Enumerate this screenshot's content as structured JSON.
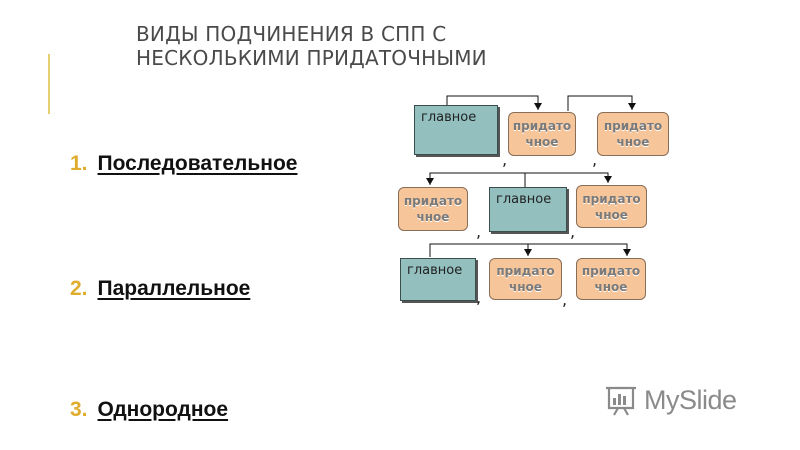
{
  "title": {
    "line1": "ВИДЫ ПОДЧИНЕНИЯ В СПП С",
    "line2": "НЕСКОЛЬКИМИ ПРИДАТОЧНЫМИ"
  },
  "list": [
    {
      "num": "1.",
      "label": "Последовательное"
    },
    {
      "num": "2.",
      "label": "Параллельное"
    },
    {
      "num": "3.",
      "label": "Однородное"
    }
  ],
  "diagram": {
    "main_label": "главное",
    "sub_label": "придато\nчное",
    "comma": ","
  },
  "logo": {
    "text": "MySlide",
    "icon": "presentation-board-icon"
  },
  "colors": {
    "main_fill": "#93bfbf",
    "sub_fill": "#f7c59a",
    "accent": "#e0ac2e"
  }
}
